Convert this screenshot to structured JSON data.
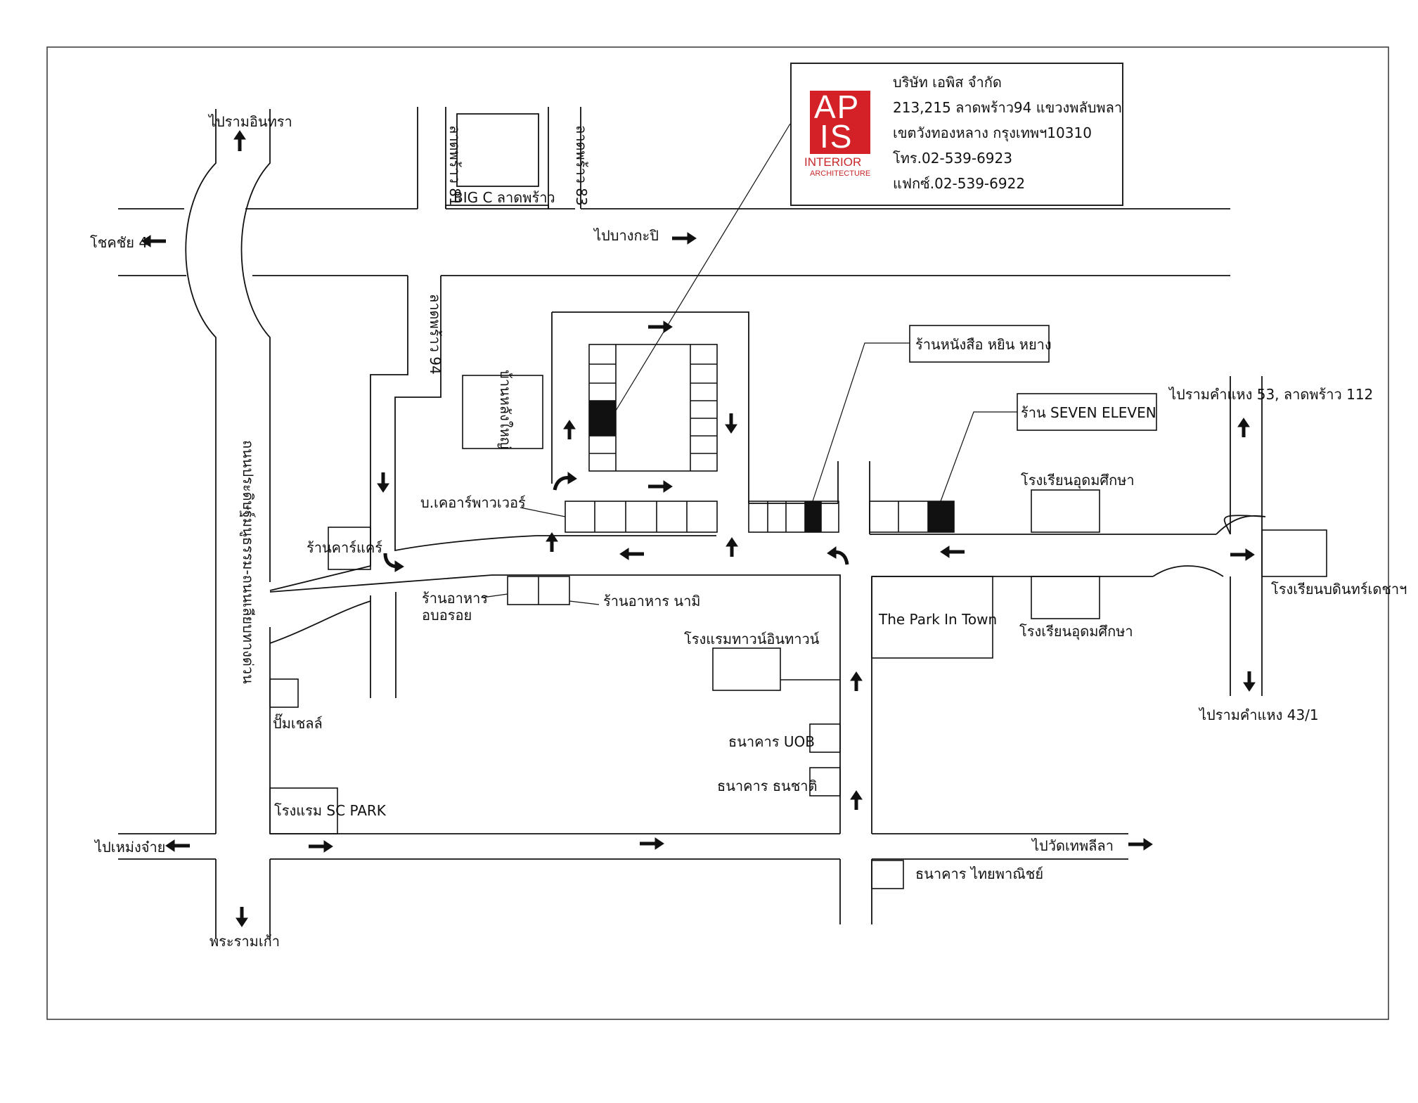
{
  "company": {
    "name": "บริษัท เอพิส จำกัด",
    "address1": "213,215 ลาดพร้าว94 แขวงพลับพลา",
    "address2": "เขตวังทองหลาง กรุงเทพฯ10310",
    "phone": "โทร.02-539-6923",
    "fax": "แฟกซ์.02-539-6922",
    "logo": {
      "line1": "AP",
      "line2": "IS",
      "line3": "INTERIOR",
      "line4": "ARCHITECTURE",
      "color": "#d42027"
    }
  },
  "directions": {
    "ram_inthra": "ไปรามอินทรา",
    "chokchai": "โชคชัย 4",
    "bang_kapi": "ไปบางกะปิ",
    "ramkhamhaeng53": "ไปรามคำแหง 53,  ลาดพร้าว 112",
    "ramkhamhaeng43": "ไปรามคำแหง 43/1",
    "mengjai": "ไปเหม่งจ๋าย",
    "wat_thep": "ไปวัดเทพลีลา",
    "rama9": "พระรามเก้า"
  },
  "roads": {
    "soi81": "ลาดพร้าว 81",
    "soi83": "ลาดพร้าว 83",
    "soi94": "ลาดพร้าว 94",
    "main_road": "ถนนประดิษฐ์มนูธรรม-ถนนเลียบทางด่วน"
  },
  "places": {
    "bigc": "BIG C ลาดพร้าว",
    "house": "บ้านหลังใหญ่",
    "book_store": "ร้านหนังสือ  หยิน  หยาง",
    "seven": "ร้าน  SEVEN  ELEVEN",
    "school1": "โรงเรียนอุดมศึกษา",
    "school2": "โรงเรียนอุดมศึกษา",
    "school3": "โรงเรียนบดินทร์เดชาฯ",
    "care_power": "บ.เคอาร์พาวเวอร์",
    "car_care": "ร้านคาร์แคร์",
    "restaurant1a": "ร้านอาหาร",
    "restaurant1b": "อบอรอย",
    "restaurant2": "ร้านอาหาร  นามิ",
    "hotel_town": "โรงแรมทาวน์อินทาวน์",
    "park_in_town": "The Park In Town",
    "gas": "ปั๊มเชลล์",
    "bank_uob": "ธนาคาร  UOB",
    "bank_thanachart": "ธนาคาร  ธนชาติ",
    "hotel_sc": "โรงแรม  SC  PARK",
    "bank_scb": "ธนาคาร  ไทยพาณิชย์"
  }
}
